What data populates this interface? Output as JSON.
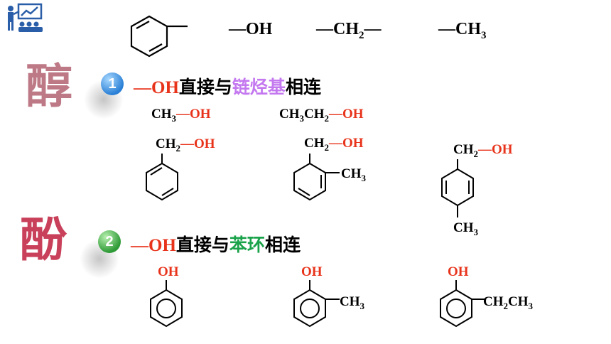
{
  "header": {
    "logo_icon": "presenter-with-audience-icon"
  },
  "top_groups": {
    "oh": "OH",
    "ch2": "CH",
    "ch2_sub": "2",
    "ch3": "CH",
    "ch3_sub": "3",
    "dash": "—"
  },
  "section1": {
    "big_char": "醇",
    "badge": "1",
    "oh": "OH",
    "text_a": "直接与",
    "text_highlight": "链烃基",
    "text_b": "相连",
    "methanol": {
      "ch": "CH",
      "sub": "3",
      "oh": "OH"
    },
    "ethanol": {
      "a": "CH",
      "a_sub": "3",
      "b": "CH",
      "b_sub": "2",
      "oh": "OH"
    },
    "benzyl1": {
      "ch": "CH",
      "sub": "2",
      "oh": "OH"
    },
    "benzyl2": {
      "ch": "CH",
      "sub": "2",
      "oh": "OH",
      "me": "CH",
      "me_sub": "3"
    },
    "benzyl3": {
      "ch": "CH",
      "sub": "2",
      "oh": "OH",
      "me": "CH",
      "me_sub": "3"
    }
  },
  "section2": {
    "big_char": "酚",
    "badge": "2",
    "oh": "OH",
    "text_a": "直接与",
    "text_highlight": "苯环",
    "text_b": "相连",
    "phenol1": {
      "oh": "OH"
    },
    "phenol2": {
      "oh": "OH",
      "me": "CH",
      "me_sub": "3"
    },
    "phenol3": {
      "oh": "OH",
      "et1": "CH",
      "et1_sub": "2",
      "et2": "CH",
      "et2_sub": "3"
    }
  }
}
